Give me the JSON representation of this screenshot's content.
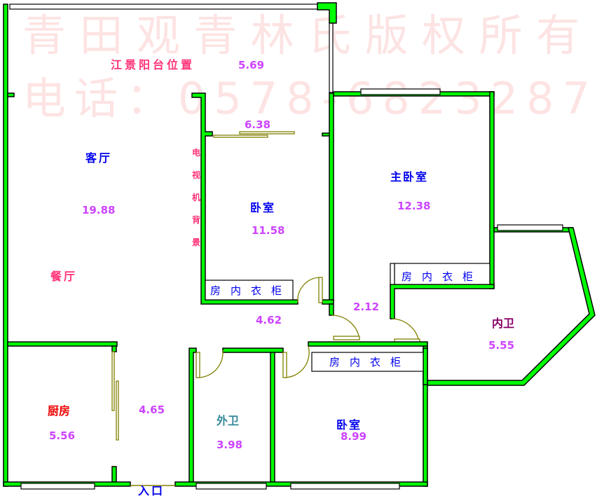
{
  "watermark": {
    "line1": "青田观青林氏版权所有",
    "line2": "电话：0578-6823287"
  },
  "rooms": {
    "balcony": {
      "label": "江景阳台位置",
      "area": "5.69"
    },
    "balcony2": {
      "area": "6.38"
    },
    "living": {
      "label": "客厅",
      "area": "19.88"
    },
    "dining": {
      "label": "餐厅"
    },
    "tv_wall": {
      "label": [
        "电",
        "视",
        "机",
        "背",
        "景"
      ]
    },
    "bedroom1": {
      "label": "卧室",
      "area": "11.58"
    },
    "master": {
      "label": "主卧室",
      "area": "12.38"
    },
    "corridor": {
      "area": "4.62"
    },
    "hall": {
      "area": "2.12"
    },
    "inner_bath": {
      "label": "内卫",
      "area": "5.55"
    },
    "kitchen": {
      "label": "厨房",
      "area": "5.56"
    },
    "passage": {
      "area": "4.65"
    },
    "outer_bath": {
      "label": "外卫",
      "area": "3.98"
    },
    "bedroom2": {
      "label": "卧室",
      "area": "8.99"
    }
  },
  "wardrobe": "房内衣柜",
  "entrance": "入口",
  "colors": {
    "wall": "#00ff00",
    "area": "#cc44ff",
    "label_blue": "#0000ee",
    "label_pink": "#ff3377",
    "label_red": "#ee0000",
    "label_teal": "#338899",
    "label_purple": "#880066"
  }
}
